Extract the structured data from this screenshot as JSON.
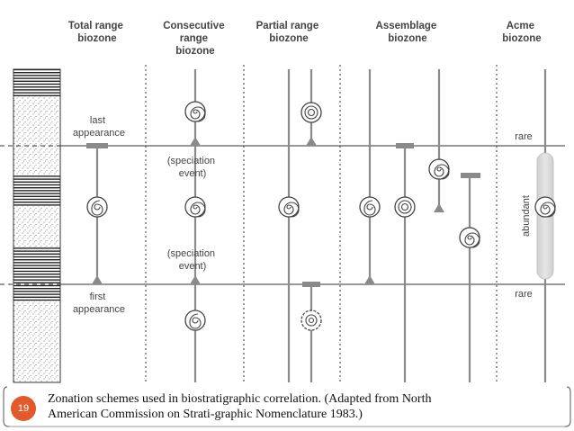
{
  "headers": {
    "total_range": [
      "Total range",
      "biozone"
    ],
    "consecutive_range": [
      "Consecutive",
      "range",
      "biozone"
    ],
    "partial_range": [
      "Partial range",
      "biozone"
    ],
    "assemblage": [
      "Assemblage",
      "biozone"
    ],
    "acme": [
      "Acme",
      "biozone"
    ]
  },
  "labels": {
    "last_appearance": [
      "last",
      "appearance"
    ],
    "first_appearance": [
      "first",
      "appearance"
    ],
    "speciation_event_1": [
      "(speciation",
      "event)"
    ],
    "speciation_event_2": [
      "(speciation",
      "event)"
    ],
    "rare_top": "rare",
    "rare_bottom": "rare",
    "abundant": "abundant"
  },
  "slide_number": "19",
  "caption": {
    "line1": "Zonation schemes used in biostratigraphic correlation. (Adapted from North",
    "line2": "American Commission on Strati-graphic Nomenclature 1983.)"
  },
  "colors": {
    "badge": "#e05a2b",
    "stem": "#8a8a8a",
    "text": "#444444"
  }
}
